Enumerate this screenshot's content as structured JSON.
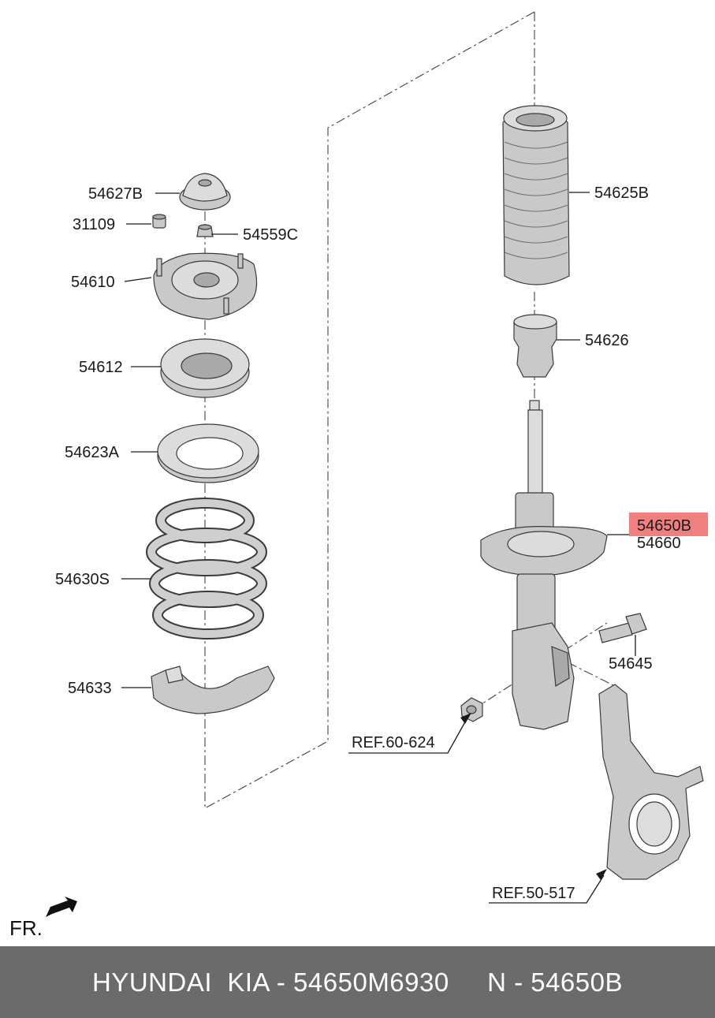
{
  "labels": {
    "p54627B": "54627B",
    "p31109": "31109",
    "p54559C": "54559C",
    "p54610": "54610",
    "p54612": "54612",
    "p54623A": "54623A",
    "p54630S": "54630S",
    "p54633": "54633",
    "p54625B": "54625B",
    "p54626": "54626",
    "p54650B": "54650B",
    "p54660": "54660",
    "p54645": "54645",
    "ref60624": "REF.60-624",
    "ref50517": "REF.50-517",
    "fr": "FR."
  },
  "highlight_color": "#f08080",
  "footer": {
    "brand": "HYUNDAI  KIA - 54650M6930",
    "ref": "N - 54650B"
  }
}
